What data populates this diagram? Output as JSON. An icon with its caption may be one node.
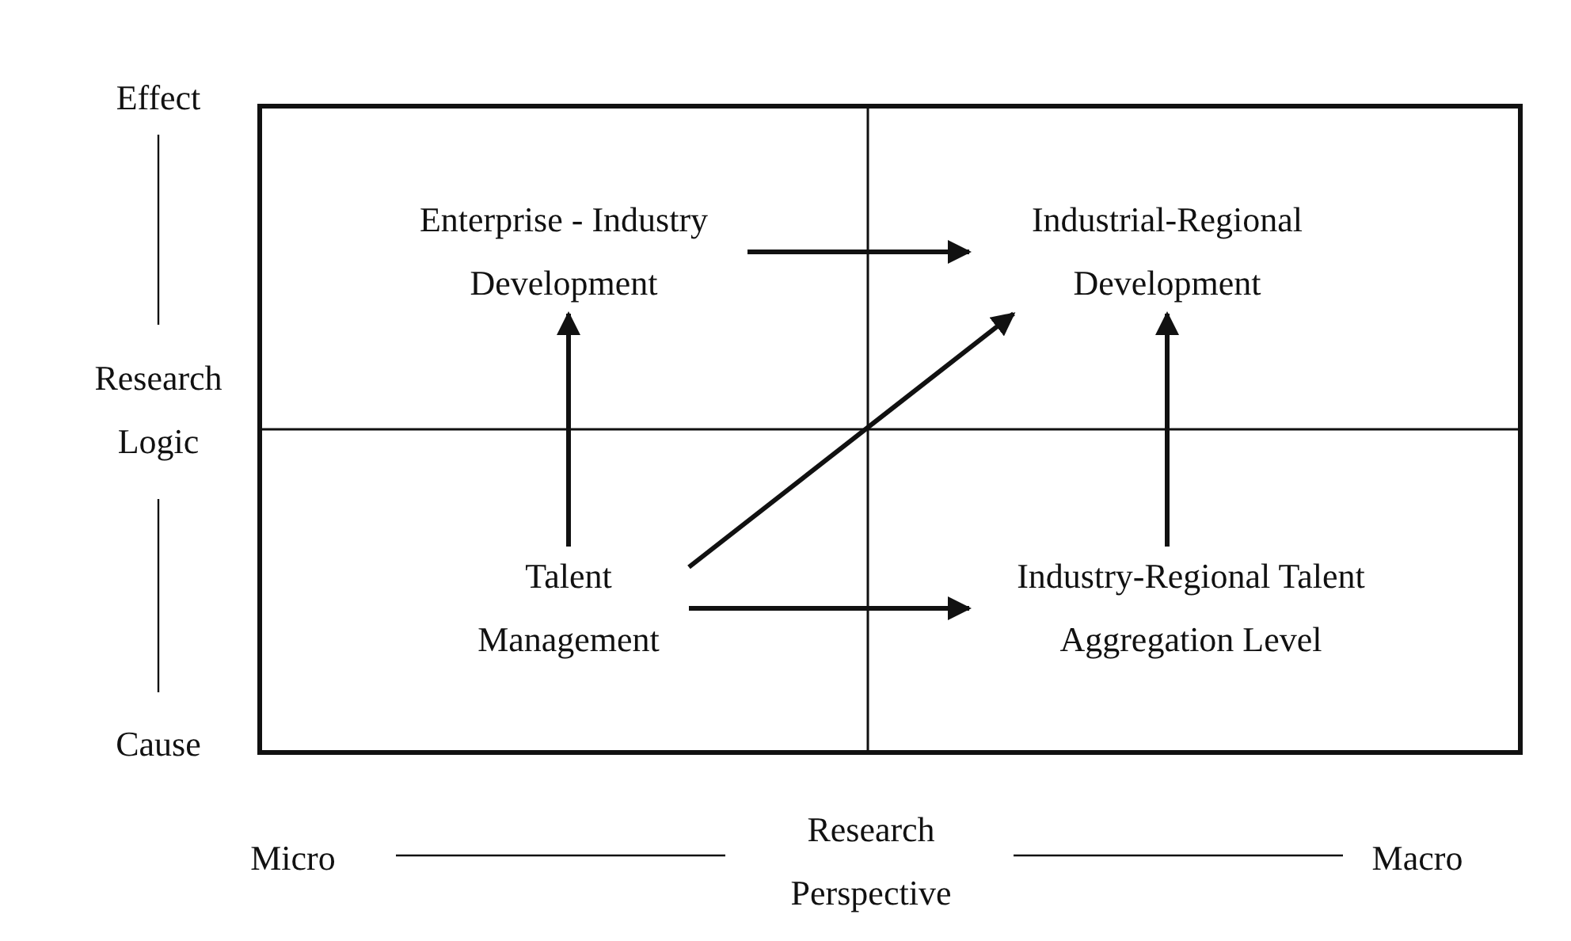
{
  "diagram": {
    "nodes": [
      {
        "text": [
          "Enterprise - Industry Development"
        ]
      },
      {
        "text": [
          "Industrial-Regional Development"
        ]
      },
      {
        "text": [
          "Talent Management"
        ]
      },
      {
        "text": [
          "Industry-Regional Talent Aggregation Level"
        ]
      }
    ],
    "edges": [
      {
        "from": 0,
        "to": 1,
        "arrow": "to"
      },
      {
        "from": 2,
        "to": 0,
        "arrow": "to"
      },
      {
        "from": 2,
        "to": 1,
        "arrow": "to"
      },
      {
        "from": 2,
        "to": 3,
        "arrow": "to"
      },
      {
        "from": 3,
        "to": 1,
        "arrow": "to"
      }
    ],
    "labels": [
      "Effect",
      "Research Logic",
      "Cause",
      "Micro",
      "Research Perspective",
      "Macro"
    ]
  }
}
